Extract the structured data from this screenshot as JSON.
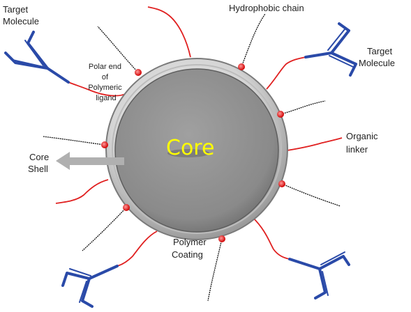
{
  "labels": {
    "target_molecule_top_left": [
      "Target",
      "Molecule"
    ],
    "hydrophobic_chain": "Hydrophobic chain",
    "target_molecule_right": [
      "Target",
      "Molecule"
    ],
    "polar_end": [
      "Polar end",
      "of",
      "Polymeric",
      "ligand"
    ],
    "organic_linker": [
      "Organic",
      "linker"
    ],
    "core": "Core",
    "core_shell": [
      "Core",
      "Shell"
    ],
    "polymer_coating": [
      "Polymer",
      "Coating"
    ]
  },
  "colors": {
    "antibody": "#2a4aa8",
    "linker": "#e02020",
    "chain": "#111111",
    "core_fill": "#8c8c8c",
    "shell_outer": "#d8d8d8",
    "arrow": "#b0b0b0",
    "core_text": "#ffff00"
  }
}
